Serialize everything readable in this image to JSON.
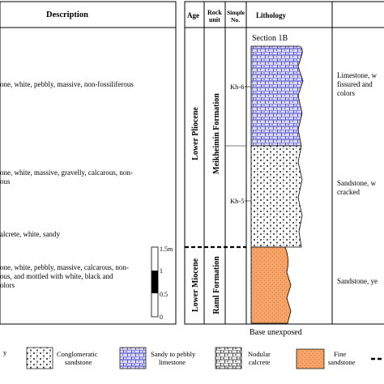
{
  "left_panel": {
    "header": "Description",
    "descriptions": [
      "one, white, pebbly, massive, non-fossiliferous",
      "one, white, massive, gravelly, calcarous, non-",
      "ous",
      "alcrete, white, sandy",
      "one, white, pebbly, massive, calcarous, non-",
      "ous, and mottled with white, black and",
      "olors"
    ],
    "scale_labels": [
      "1.5m",
      "1",
      "0.5",
      "0"
    ]
  },
  "right_panel": {
    "headers": {
      "age": "Age",
      "rock_unit_1": "Rock",
      "rock_unit_2": "unit",
      "sample_1": "Simple",
      "sample_2": "No.",
      "lithology": "Lithology"
    },
    "section_title": "Section 1B",
    "ages": [
      "Lower Pliocene",
      "Lower Miocene"
    ],
    "formations": [
      "Meikheimin Formation",
      "Raml Formation"
    ],
    "samples": [
      "Kh-6",
      "Kh-5"
    ],
    "descriptions": [
      [
        "Limestone, w",
        "fissured and",
        "colors"
      ],
      [
        "Sandstone, w",
        "cracked"
      ],
      [
        "Sandstone, ye"
      ]
    ],
    "base_text": "Base unexposed"
  },
  "legend": {
    "items": [
      "y",
      "Conglomeratic sandstone",
      "Sandy to pebbly limestone",
      "Nodular calcrete",
      "Fine sandstone"
    ]
  },
  "colors": {
    "limestone": "#4b4bd0",
    "limestone_bg": "#d8d8f5",
    "sandstone": "#f4a468",
    "calcrete_dot": "#333333"
  }
}
